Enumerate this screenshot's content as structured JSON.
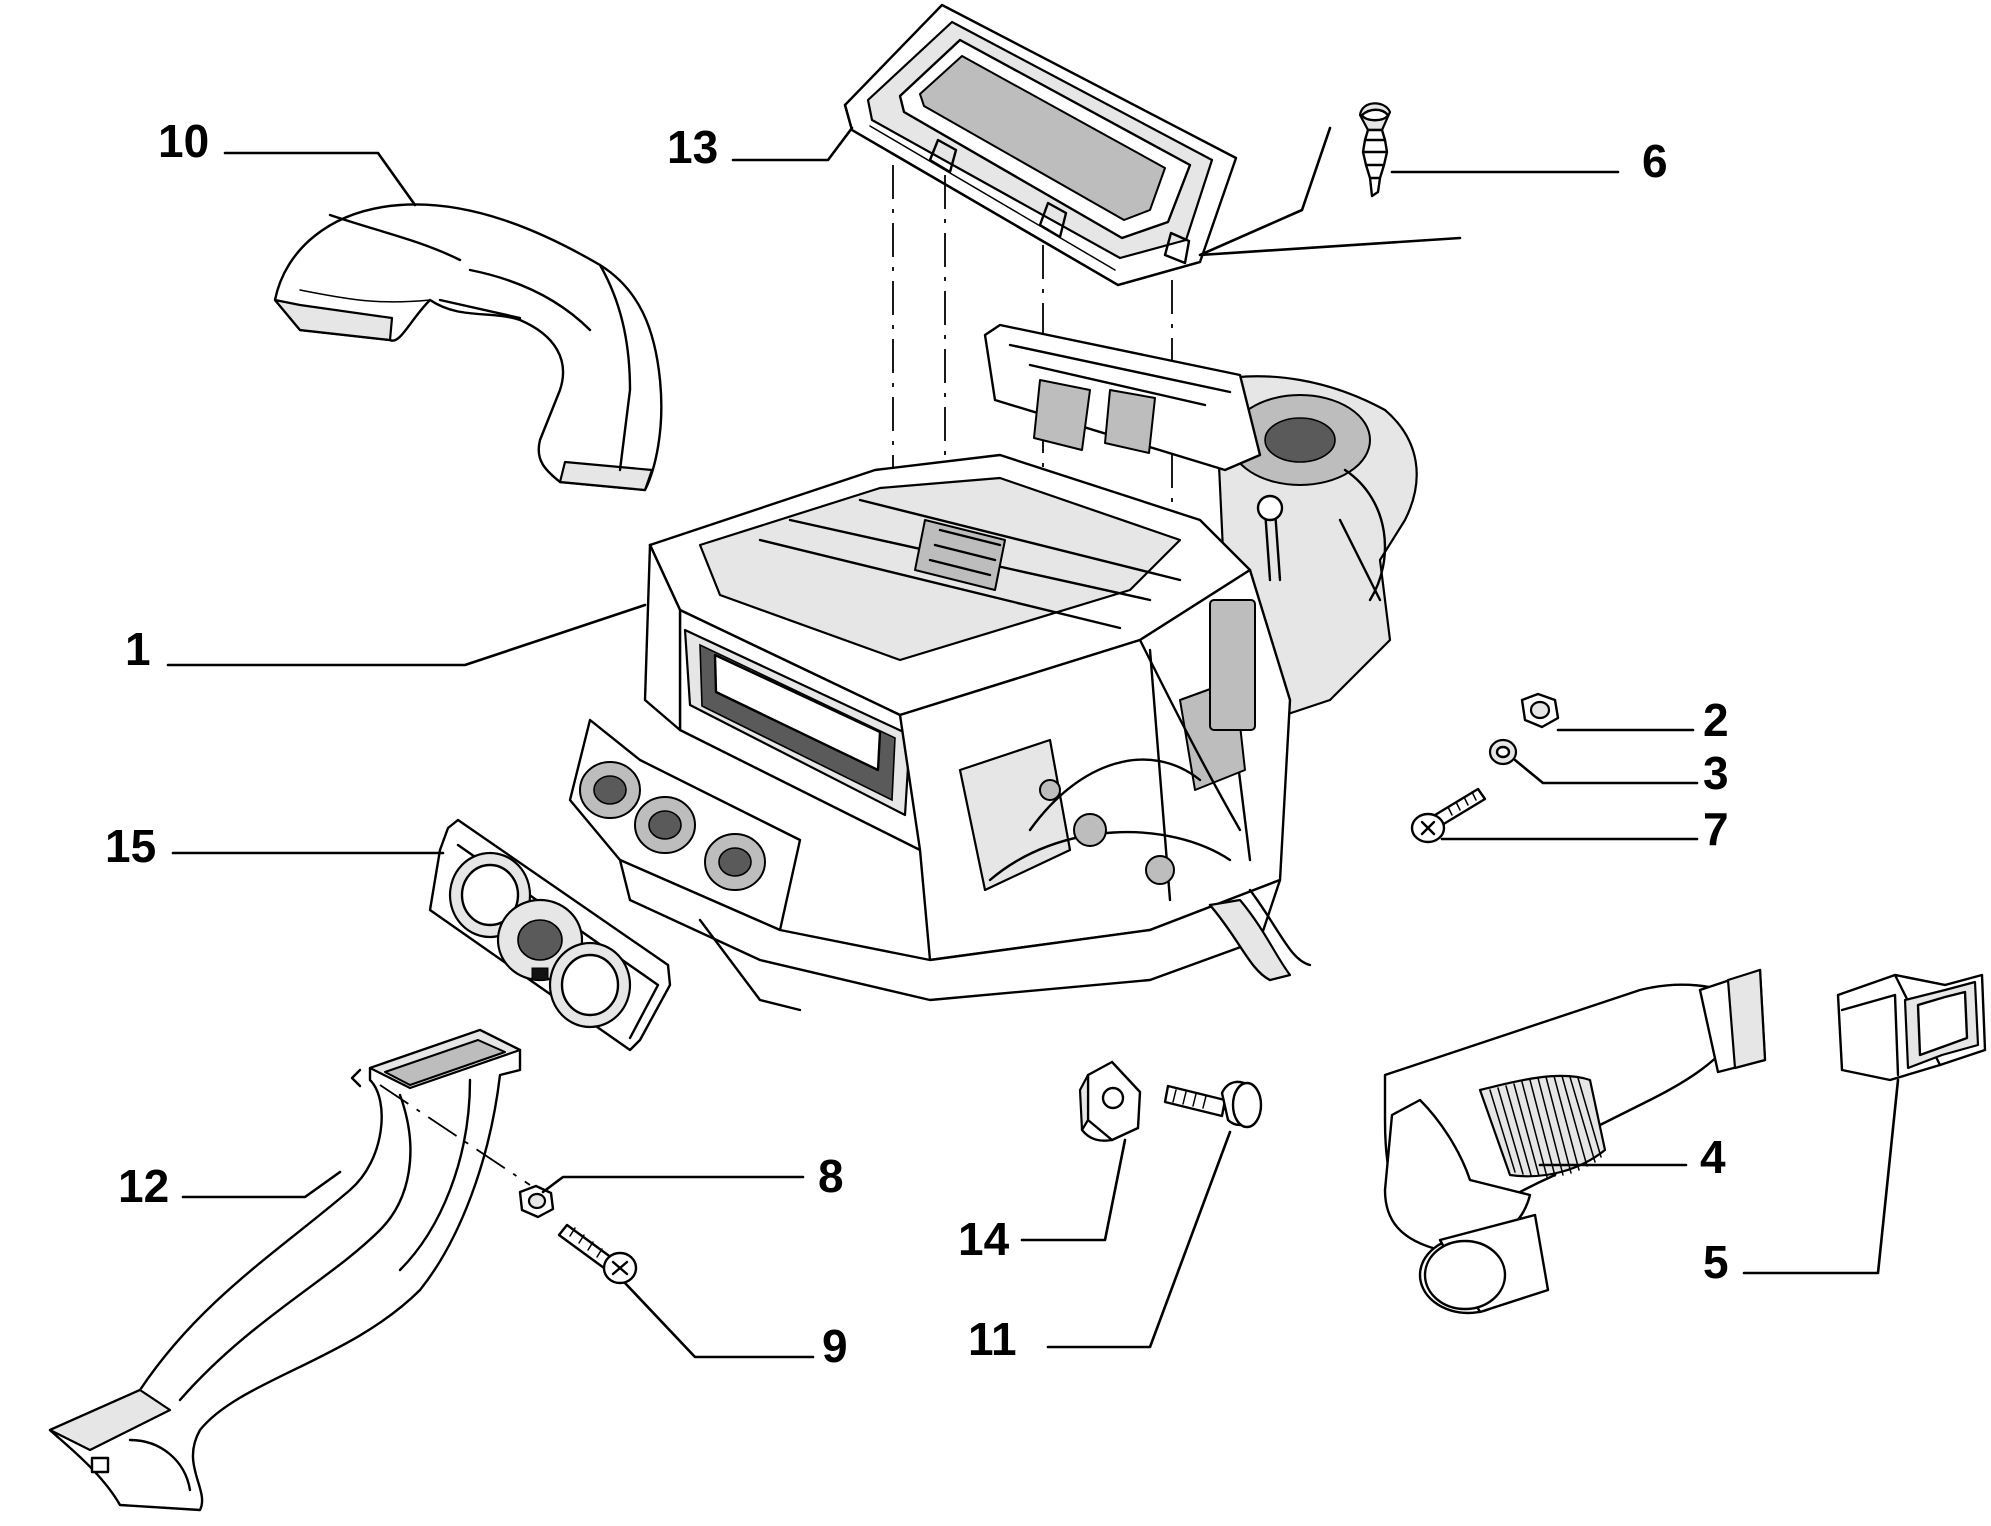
{
  "colors": {
    "line": "#000000",
    "background": "#ffffff",
    "shade_light": "#e6e6e6",
    "shade_mid": "#bdbdbd",
    "shade_dark": "#5a5a5a"
  },
  "callouts": [
    {
      "id": "1",
      "label": "1",
      "part": "heater-hvac-unit"
    },
    {
      "id": "2",
      "label": "2",
      "part": "nut"
    },
    {
      "id": "3",
      "label": "3",
      "part": "washer"
    },
    {
      "id": "4",
      "label": "4",
      "part": "flexible-air-hose"
    },
    {
      "id": "5",
      "label": "5",
      "part": "duct-connector"
    },
    {
      "id": "6",
      "label": "6",
      "part": "push-in-clip"
    },
    {
      "id": "7",
      "label": "7",
      "part": "bolt"
    },
    {
      "id": "8",
      "label": "8",
      "part": "nut"
    },
    {
      "id": "9",
      "label": "9",
      "part": "bolt"
    },
    {
      "id": "10",
      "label": "10",
      "part": "air-duct-cover"
    },
    {
      "id": "11",
      "label": "11",
      "part": "flange-bolt"
    },
    {
      "id": "12",
      "label": "12",
      "part": "floor-air-duct"
    },
    {
      "id": "13",
      "label": "13",
      "part": "pollen-filter-cover"
    },
    {
      "id": "14",
      "label": "14",
      "part": "bracket-clip"
    },
    {
      "id": "15",
      "label": "15",
      "part": "control-panel-bezel"
    }
  ]
}
